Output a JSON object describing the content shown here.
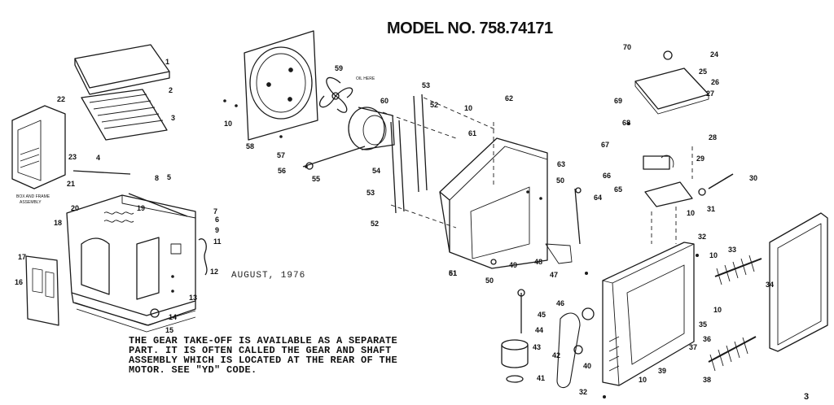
{
  "title": "MODEL NO. 758.74171",
  "date": "AUGUST, 1976",
  "note_lines": [
    "THE GEAR TAKE-OFF IS AVAILABLE AS A SEPARATE",
    "PART.  IT IS OFTEN CALLED THE GEAR AND SHAFT",
    "ASSEMBLY WHICH IS LOCATED AT THE REAR OF THE",
    "MOTOR.  SEE \"YD\" CODE."
  ],
  "annotations": {
    "oil_here": "OIL HERE",
    "box_frame_1": "BOX AND FRAME",
    "box_frame_2": "ASSEMBLY"
  },
  "page_number": "3",
  "part_labels": [
    {
      "id": "1",
      "n": "1"
    },
    {
      "id": "2",
      "n": "2"
    },
    {
      "id": "3",
      "n": "3"
    },
    {
      "id": "4",
      "n": "4"
    },
    {
      "id": "5",
      "n": "5"
    },
    {
      "id": "6",
      "n": "6"
    },
    {
      "id": "7",
      "n": "7"
    },
    {
      "id": "8",
      "n": "8"
    },
    {
      "id": "9",
      "n": "9"
    },
    {
      "id": "10a",
      "n": "10"
    },
    {
      "id": "11",
      "n": "11"
    },
    {
      "id": "12",
      "n": "12"
    },
    {
      "id": "13",
      "n": "13"
    },
    {
      "id": "14",
      "n": "14"
    },
    {
      "id": "15",
      "n": "15"
    },
    {
      "id": "16",
      "n": "16"
    },
    {
      "id": "17",
      "n": "17"
    },
    {
      "id": "18",
      "n": "18"
    },
    {
      "id": "19",
      "n": "19"
    },
    {
      "id": "20",
      "n": "20"
    },
    {
      "id": "21",
      "n": "21"
    },
    {
      "id": "22",
      "n": "22"
    },
    {
      "id": "23",
      "n": "23"
    },
    {
      "id": "24",
      "n": "24"
    },
    {
      "id": "25",
      "n": "25"
    },
    {
      "id": "26",
      "n": "26"
    },
    {
      "id": "27",
      "n": "27"
    },
    {
      "id": "28",
      "n": "28"
    },
    {
      "id": "29",
      "n": "29"
    },
    {
      "id": "30",
      "n": "30"
    },
    {
      "id": "31",
      "n": "31"
    },
    {
      "id": "32a",
      "n": "32"
    },
    {
      "id": "32b",
      "n": "32"
    },
    {
      "id": "33",
      "n": "33"
    },
    {
      "id": "34",
      "n": "34"
    },
    {
      "id": "35",
      "n": "35"
    },
    {
      "id": "36",
      "n": "36"
    },
    {
      "id": "37",
      "n": "37"
    },
    {
      "id": "38",
      "n": "38"
    },
    {
      "id": "39",
      "n": "39"
    },
    {
      "id": "40",
      "n": "40"
    },
    {
      "id": "41",
      "n": "41"
    },
    {
      "id": "42",
      "n": "42"
    },
    {
      "id": "43",
      "n": "43"
    },
    {
      "id": "44",
      "n": "44"
    },
    {
      "id": "45",
      "n": "45"
    },
    {
      "id": "46",
      "n": "46"
    },
    {
      "id": "47",
      "n": "47"
    },
    {
      "id": "48",
      "n": "48"
    },
    {
      "id": "49",
      "n": "49"
    },
    {
      "id": "50a",
      "n": "50"
    },
    {
      "id": "50b",
      "n": "50"
    },
    {
      "id": "51",
      "n": "51"
    },
    {
      "id": "52a",
      "n": "52"
    },
    {
      "id": "52b",
      "n": "52"
    },
    {
      "id": "53a",
      "n": "53"
    },
    {
      "id": "53b",
      "n": "53"
    },
    {
      "id": "54",
      "n": "54"
    },
    {
      "id": "55",
      "n": "55"
    },
    {
      "id": "56",
      "n": "56"
    },
    {
      "id": "57",
      "n": "57"
    },
    {
      "id": "58",
      "n": "58"
    },
    {
      "id": "59",
      "n": "59"
    },
    {
      "id": "60",
      "n": "60"
    },
    {
      "id": "61a",
      "n": "61"
    },
    {
      "id": "61b",
      "n": "61"
    },
    {
      "id": "62",
      "n": "62"
    },
    {
      "id": "63",
      "n": "63"
    },
    {
      "id": "64",
      "n": "64"
    },
    {
      "id": "65",
      "n": "65"
    },
    {
      "id": "66",
      "n": "66"
    },
    {
      "id": "67",
      "n": "67"
    },
    {
      "id": "68",
      "n": "68"
    },
    {
      "id": "69",
      "n": "69"
    },
    {
      "id": "70",
      "n": "70"
    },
    {
      "id": "10b",
      "n": "10"
    },
    {
      "id": "10c",
      "n": "10"
    },
    {
      "id": "10d",
      "n": "10"
    },
    {
      "id": "10e",
      "n": "10"
    },
    {
      "id": "10f",
      "n": "10"
    },
    {
      "id": "10g",
      "n": "10"
    },
    {
      "id": "10h",
      "n": "10"
    }
  ]
}
